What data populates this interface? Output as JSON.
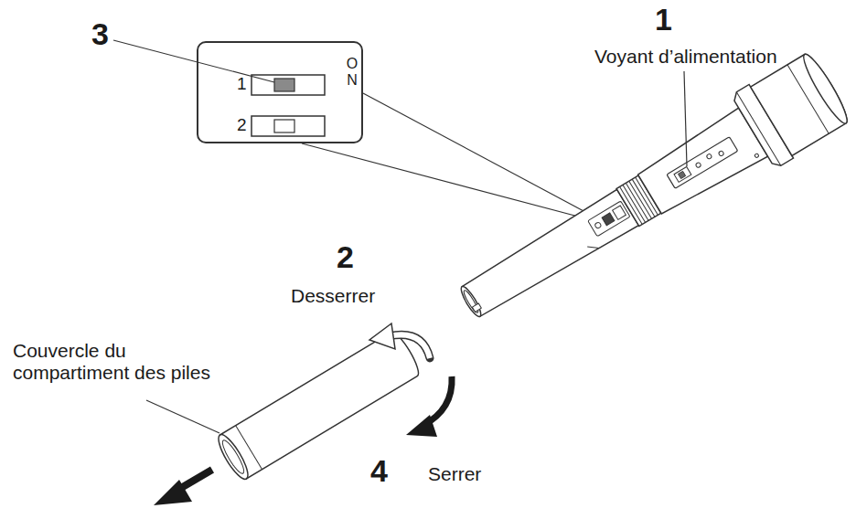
{
  "diagram": {
    "nodes": [
      {
        "text": [
          "1",
          "2",
          "ON"
        ]
      }
    ],
    "labels": [
      "3",
      "1",
      "Voyant d’alimentation",
      "2",
      "Desserrer",
      "Couvercle du compartiment des piles",
      "4",
      "Serrer"
    ]
  }
}
